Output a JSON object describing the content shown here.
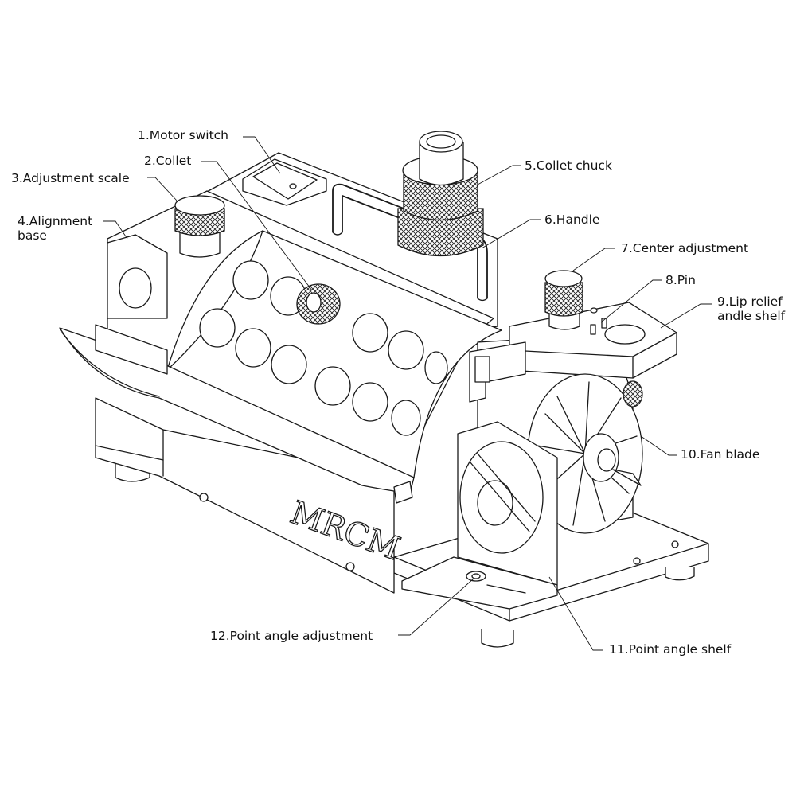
{
  "brand": "MRCM",
  "callouts": [
    {
      "id": "motor-switch",
      "text": "1.Motor switch"
    },
    {
      "id": "collet",
      "text": "2.Collet"
    },
    {
      "id": "adjustment-scale",
      "text": "3.Adjustment scale"
    },
    {
      "id": "alignment-base",
      "text": "4.Alignment",
      "text2": "base"
    },
    {
      "id": "collet-chuck",
      "text": "5.Collet chuck"
    },
    {
      "id": "handle",
      "text": "6.Handle"
    },
    {
      "id": "center-adjustment",
      "text": "7.Center adjustment"
    },
    {
      "id": "pin",
      "text": "8.Pin"
    },
    {
      "id": "lip-relief-shelf",
      "text": "9.Lip relief",
      "text2": "andle shelf"
    },
    {
      "id": "fan-blade",
      "text": "10.Fan blade"
    },
    {
      "id": "point-angle-shelf",
      "text": "11.Point angle shelf"
    },
    {
      "id": "point-angle-adjustment",
      "text": "12.Point angle adjustment"
    }
  ]
}
